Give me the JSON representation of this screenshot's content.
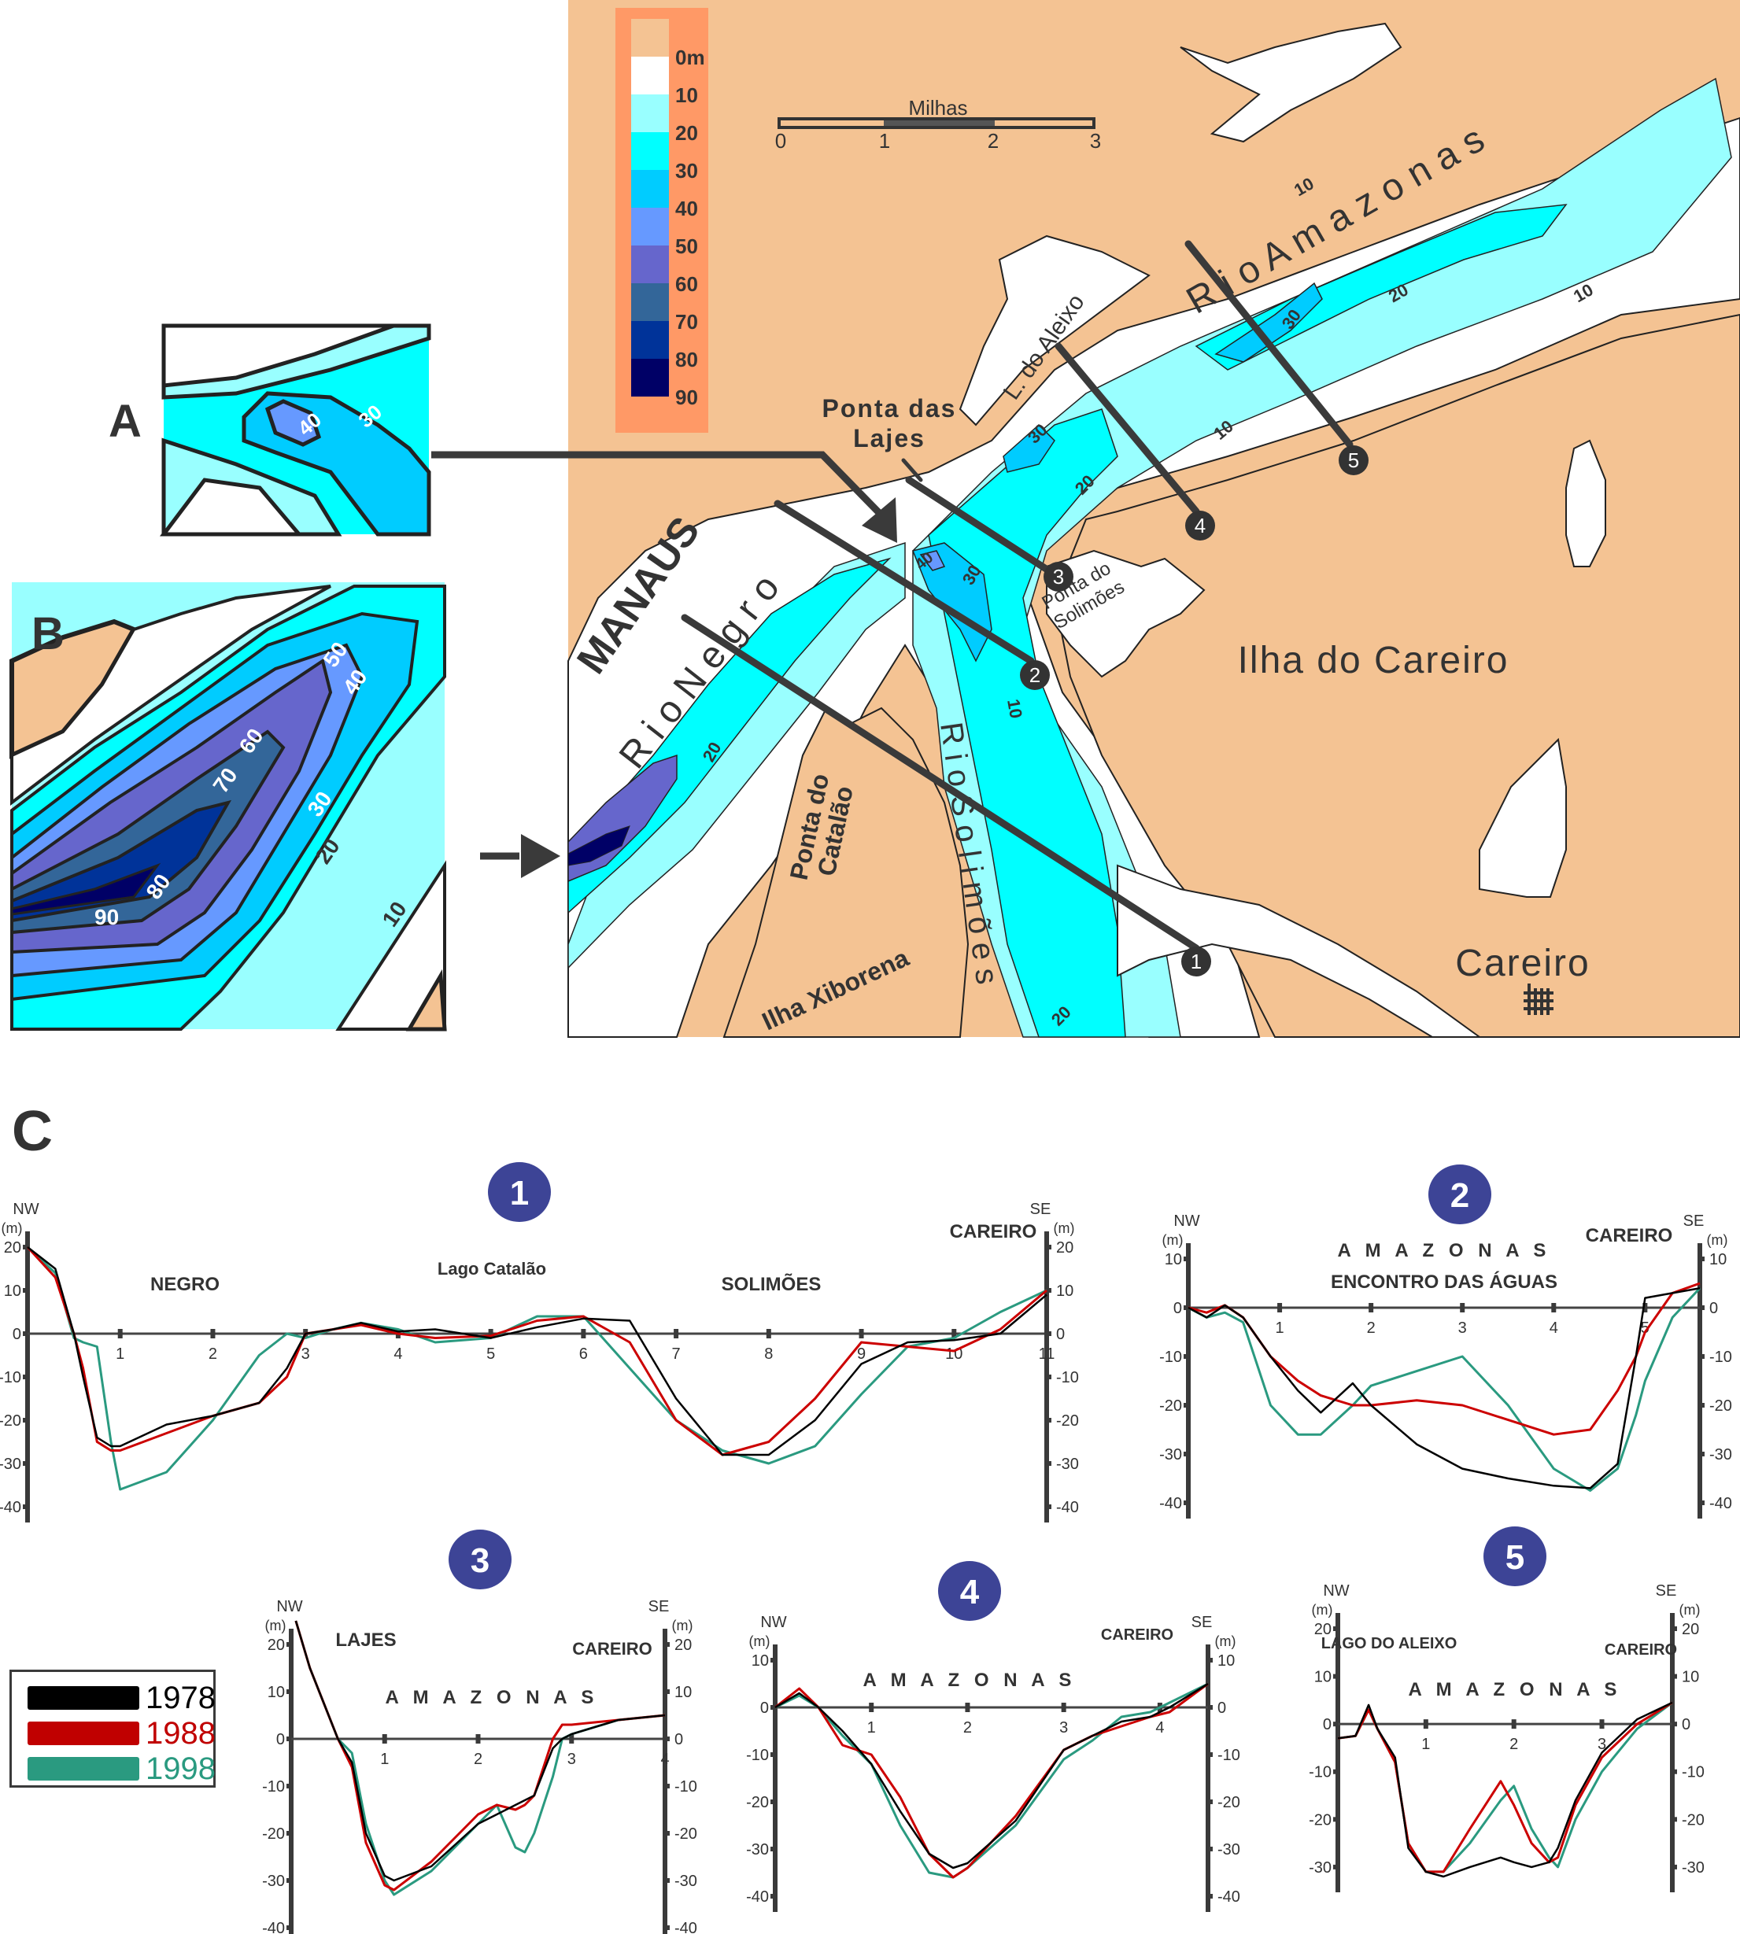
{
  "figure": {
    "panel_labels": {
      "A": "A",
      "B": "B",
      "C": "C"
    },
    "map": {
      "depth_legend": {
        "unit_label": "0m",
        "levels": [
          "0m",
          "10",
          "20",
          "30",
          "40",
          "50",
          "60",
          "70",
          "80",
          "90"
        ],
        "colors": [
          "#f4c393",
          "#ffffff",
          "#99ffff",
          "#00ffff",
          "#00ccff",
          "#6699ff",
          "#6666cc",
          "#336699",
          "#003399",
          "#000066"
        ],
        "frame_color": "#ff9966"
      },
      "scale_bar": {
        "title": "Milhas",
        "ticks": [
          "0",
          "1",
          "2",
          "3"
        ]
      },
      "place_labels": {
        "manaus": "MANAUS",
        "rio_negro": "R i o  N e g r o",
        "rio_solimoes": "R i o  S o l i m õ e s",
        "rio_amazonas": "R i o  A m a z o n a s",
        "l_aleixo": "L. do Aleixo",
        "ponta_lajes_1": "Ponta das",
        "ponta_lajes_2": "Lajes",
        "ponta_solimoes_1": "Ponta do",
        "ponta_solimoes_2": "Solimões",
        "ilha_careiro": "Ilha do Careiro",
        "ponta_catalao_1": "Ponta do",
        "ponta_catalao_2": "Catalão",
        "ilha_xiborena": "Ilha Xiborena",
        "careiro_town": "Careiro"
      },
      "contour_labels": [
        "10",
        "20",
        "30",
        "40",
        "10",
        "20",
        "30",
        "10",
        "20",
        "30",
        "20",
        "10"
      ],
      "transects": [
        "1",
        "2",
        "3",
        "4",
        "5"
      ],
      "colors": {
        "land": "#f4c393",
        "water_shallow": "#ffffff",
        "line": "#333333"
      }
    },
    "inset_A": {
      "contours": [
        "40",
        "30"
      ]
    },
    "inset_B": {
      "contours": [
        "90",
        "80",
        "70",
        "60",
        "50",
        "40",
        "30",
        "20",
        "10"
      ]
    }
  },
  "legend": {
    "items": [
      {
        "year": "1978",
        "color": "#000000"
      },
      {
        "year": "1988",
        "color": "#cc0000"
      },
      {
        "year": "1998",
        "color": "#2a9a80"
      }
    ]
  },
  "chart_data": [
    {
      "type": "line",
      "title": "1",
      "left_label": "NW",
      "right_label": "SE",
      "ylabel": "(m)",
      "xlabel": "",
      "ylim": [
        -40,
        20
      ],
      "xlim": [
        0,
        11
      ],
      "xticks": [
        "1",
        "2",
        "3",
        "4",
        "5",
        "6",
        "7",
        "8",
        "9",
        "10",
        "11"
      ],
      "yticks": [
        "20",
        "10",
        "0",
        "-10",
        "-20",
        "-30",
        "-40"
      ],
      "annotations": [
        "NEGRO",
        "Lago Catalão",
        "SOLIMÕES",
        "CAREIRO"
      ],
      "x": [
        0,
        0.3,
        0.5,
        0.6,
        0.75,
        0.9,
        1.0,
        1.5,
        2.0,
        2.5,
        2.8,
        3.0,
        3.3,
        3.6,
        4.0,
        4.4,
        5.0,
        5.5,
        6.0,
        6.5,
        7.0,
        7.5,
        8.0,
        8.5,
        9.0,
        9.5,
        10.0,
        10.5,
        11.0
      ],
      "series": [
        {
          "name": "1978",
          "values": [
            20,
            15,
            0,
            -10,
            -24,
            -26,
            -26,
            -21,
            -19,
            -16,
            -8,
            0,
            1,
            2.5,
            0.5,
            1,
            -1,
            1.5,
            3.5,
            3,
            -15,
            -28,
            -28,
            -20,
            -7,
            -2,
            -1.5,
            0,
            9
          ]
        },
        {
          "name": "1988",
          "values": [
            20,
            13,
            0,
            -8,
            -25,
            -27,
            -27,
            -23,
            -19,
            -16,
            -10,
            0,
            1,
            2,
            0,
            -1,
            -0.5,
            3,
            4,
            -2,
            -20,
            -28,
            -25,
            -15,
            -2,
            -3,
            -4,
            1,
            10
          ]
        },
        {
          "name": "1998",
          "values": [
            20,
            14,
            -1,
            -2,
            -3,
            -25,
            -36,
            -32,
            -20,
            -5,
            0,
            -1,
            1,
            2.5,
            1,
            -2,
            -1,
            4,
            4,
            -8,
            -20,
            -27,
            -30,
            -26,
            -14,
            -3,
            -1,
            5,
            10
          ]
        }
      ]
    },
    {
      "type": "line",
      "title": "2",
      "left_label": "NW",
      "right_label": "SE",
      "ylabel": "(m)",
      "ylim": [
        -40,
        10
      ],
      "xlim": [
        0,
        5.6
      ],
      "xticks": [
        "1",
        "2",
        "3",
        "4",
        "5"
      ],
      "yticks": [
        "10",
        "0",
        "-10",
        "-20",
        "-30",
        "-40"
      ],
      "annotations": [
        "A M A Z O N A S",
        "ENCONTRO DAS ÁGUAS",
        "CAREIRO"
      ],
      "x": [
        0,
        0.2,
        0.4,
        0.6,
        0.9,
        1.2,
        1.45,
        1.8,
        2.0,
        2.5,
        3.0,
        3.5,
        4.0,
        4.4,
        4.7,
        4.9,
        5.0,
        5.3,
        5.6
      ],
      "series": [
        {
          "name": "1978",
          "values": [
            0,
            -2,
            0.5,
            -2,
            -10,
            -17,
            -21.5,
            -15.5,
            -20,
            -28,
            -33,
            -35,
            -36.5,
            -37,
            -32,
            -10,
            2,
            3,
            4
          ]
        },
        {
          "name": "1988",
          "values": [
            0,
            -1,
            0.5,
            -2,
            -10,
            -15,
            -18,
            -20,
            -20,
            -19,
            -20,
            -23,
            -26,
            -25,
            -17,
            -10,
            -5,
            3,
            5
          ]
        },
        {
          "name": "1998",
          "values": [
            0,
            -2,
            -1,
            -3,
            -20,
            -26,
            -26,
            -20,
            -16,
            -13,
            -10,
            -20,
            -33,
            -37.5,
            -33,
            -22,
            -15,
            -2,
            4
          ]
        }
      ]
    },
    {
      "type": "line",
      "title": "3",
      "left_label": "NW",
      "right_label": "SE",
      "ylabel": "(m)",
      "ylim": [
        -40,
        20
      ],
      "xlim": [
        0,
        4
      ],
      "xticks": [
        "1",
        "2",
        "3",
        "4"
      ],
      "yticks": [
        "20",
        "10",
        "0",
        "-10",
        "-20",
        "-30",
        "-40"
      ],
      "annotations": [
        "LAJES",
        "A M A Z O N A S",
        "CAREIRO"
      ],
      "x": [
        0.05,
        0.2,
        0.5,
        0.65,
        0.8,
        1.0,
        1.1,
        1.5,
        2.0,
        2.2,
        2.4,
        2.5,
        2.6,
        2.8,
        2.9,
        3.0,
        3.5,
        4.0
      ],
      "series": [
        {
          "name": "1978",
          "values": [
            25,
            15,
            0,
            -5,
            -20,
            -29,
            -30,
            -27,
            -18,
            -16,
            -14,
            -13,
            -12,
            -2,
            0,
            1,
            4,
            5
          ]
        },
        {
          "name": "1988",
          "values": [
            25,
            15,
            0,
            -6,
            -22,
            -31,
            -32,
            -26,
            -16,
            -14,
            -15,
            -14,
            -12,
            0,
            3,
            3,
            4,
            5
          ]
        },
        {
          "name": "1998",
          "values": [
            25,
            15,
            0,
            -3,
            -18,
            -30,
            -33,
            -28,
            -18,
            -14,
            -23,
            -24,
            -20,
            -8,
            0,
            1,
            4,
            5
          ]
        }
      ]
    },
    {
      "type": "line",
      "title": "4",
      "left_label": "NW",
      "right_label": "SE",
      "ylabel": "(m)",
      "ylim": [
        -40,
        10
      ],
      "xlim": [
        0,
        4.5
      ],
      "xticks": [
        "1",
        "2",
        "3",
        "4"
      ],
      "yticks": [
        "10",
        "0",
        "-10",
        "-20",
        "-30",
        "-40"
      ],
      "annotations": [
        "A M A Z O N A S",
        "CAREIRO"
      ],
      "x": [
        0,
        0.25,
        0.45,
        0.7,
        1.0,
        1.3,
        1.6,
        1.85,
        2.0,
        2.5,
        3.0,
        3.3,
        3.6,
        3.9,
        4.1,
        4.5
      ],
      "series": [
        {
          "name": "1978",
          "values": [
            0,
            3,
            0,
            -5,
            -12,
            -22,
            -31,
            -34,
            -33,
            -24,
            -9,
            -6,
            -3,
            -2,
            0,
            5
          ]
        },
        {
          "name": "1988",
          "values": [
            0,
            4,
            0,
            -8,
            -10,
            -19,
            -31,
            -36,
            -34,
            -23,
            -9,
            -6,
            -4,
            -2,
            -1,
            5
          ]
        },
        {
          "name": "1998",
          "values": [
            0,
            2.5,
            0,
            -6,
            -12,
            -25,
            -35,
            -36,
            -34,
            -25,
            -11,
            -7,
            -2,
            -1,
            1,
            5
          ]
        }
      ]
    },
    {
      "type": "line",
      "title": "5",
      "left_label": "NW",
      "right_label": "SE",
      "ylabel": "(m)",
      "ylim": [
        -32,
        20
      ],
      "xlim": [
        0,
        3.8
      ],
      "xticks": [
        "1",
        "2",
        "3"
      ],
      "yticks": [
        "20",
        "10",
        "0",
        "-10",
        "-20",
        "-30"
      ],
      "annotations": [
        "LAGO DO ALEIXO",
        "A M A Z O N A S",
        "CAREIRO"
      ],
      "x": [
        0,
        0.2,
        0.35,
        0.45,
        0.65,
        0.8,
        1.0,
        1.2,
        1.5,
        1.85,
        2.0,
        2.2,
        2.4,
        2.5,
        2.7,
        3.0,
        3.4,
        3.8
      ],
      "series": [
        {
          "name": "1978",
          "values": [
            -3,
            -2.5,
            4,
            -1,
            -7,
            -26,
            -31,
            -32,
            -30,
            -28,
            -29,
            -30,
            -29,
            -26,
            -16,
            -6,
            1,
            4.5
          ]
        },
        {
          "name": "1988",
          "values": [
            -3,
            -2.5,
            3,
            -1,
            -8,
            -25,
            -31,
            -31,
            -22,
            -12,
            -17,
            -25,
            -29,
            -28,
            -17,
            -7,
            0,
            4.5
          ]
        },
        {
          "name": "1998",
          "values": [
            -3,
            -2.5,
            3,
            -1,
            -8,
            -25,
            -31,
            -31,
            -25,
            -16,
            -13,
            -22,
            -28,
            -30,
            -20,
            -10,
            -1,
            4.5
          ]
        }
      ]
    }
  ]
}
